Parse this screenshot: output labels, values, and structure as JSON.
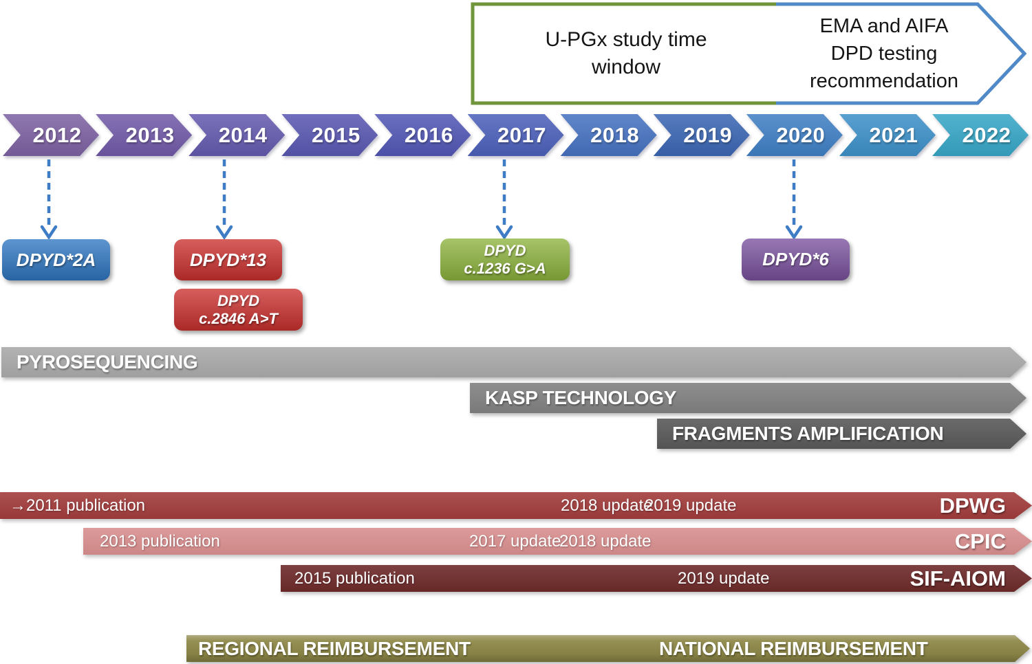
{
  "banner": {
    "upgx_label": "U-PGx study time\nwindow",
    "ema_label": "EMA and AIFA\nDPD testing\nrecommendation",
    "upgx_border_color": "#71953A",
    "ema_border_color": "#4F89C8"
  },
  "timeline": {
    "arrow_color": "#3E7DC5",
    "years": [
      {
        "label": "2012",
        "color": "#7D61A2"
      },
      {
        "label": "2013",
        "color": "#715AA8"
      },
      {
        "label": "2014",
        "color": "#645AAE"
      },
      {
        "label": "2015",
        "color": "#5957B1"
      },
      {
        "label": "2016",
        "color": "#5257B5"
      },
      {
        "label": "2017",
        "color": "#4C60BA"
      },
      {
        "label": "2018",
        "color": "#4672C1"
      },
      {
        "label": "2019",
        "color": "#3B66B3"
      },
      {
        "label": "2020",
        "color": "#3F7FC4"
      },
      {
        "label": "2021",
        "color": "#3D90C8"
      },
      {
        "label": "2022",
        "color": "#36A6C6"
      }
    ]
  },
  "variants": {
    "dpyd2a": {
      "line1": "DPYD*2A",
      "line2": "",
      "color": "#2F77C2"
    },
    "dpyd13": {
      "line1": "DPYD*13",
      "line2": "",
      "color": "#CB312F"
    },
    "dpyd2846": {
      "line1": "DPYD",
      "line2": "c.2846 A>T",
      "color": "#CB312F"
    },
    "dpyd1236": {
      "line1": "DPYD",
      "line2": "c.1236 G>A",
      "color": "#8EB43E"
    },
    "dpyd6": {
      "line1": "DPYD*6",
      "line2": "",
      "color": "#7B529F"
    }
  },
  "technologies": {
    "pyro": {
      "label": "PYROSEQUENCING",
      "color": "#A9A9A9"
    },
    "kasp": {
      "label": "KASP TECHNOLOGY",
      "color": "#818181"
    },
    "frag": {
      "label": "FRAGMENTS AMPLIFICATION",
      "color": "#595959"
    }
  },
  "guidelines": {
    "dpwg": {
      "name": "DPWG",
      "color": "#A23C3C",
      "start_label": "→2011 publication",
      "update1": "2018 update",
      "update2": "2019 update"
    },
    "cpic": {
      "name": "CPIC",
      "color": "#D98F8F",
      "start_label": "2013 publication",
      "update1": "2017 update",
      "update2": "2018 update"
    },
    "sif": {
      "name": "SIF-AIOM",
      "color": "#6E2A2A",
      "start_label": "2015 publication",
      "update1": "2019 update",
      "update2": ""
    }
  },
  "reimbursement": {
    "regional_label": "REGIONAL REIMBURSEMENT",
    "national_label": "NATIONAL REIMBURSEMENT",
    "color": "#8E8848"
  }
}
